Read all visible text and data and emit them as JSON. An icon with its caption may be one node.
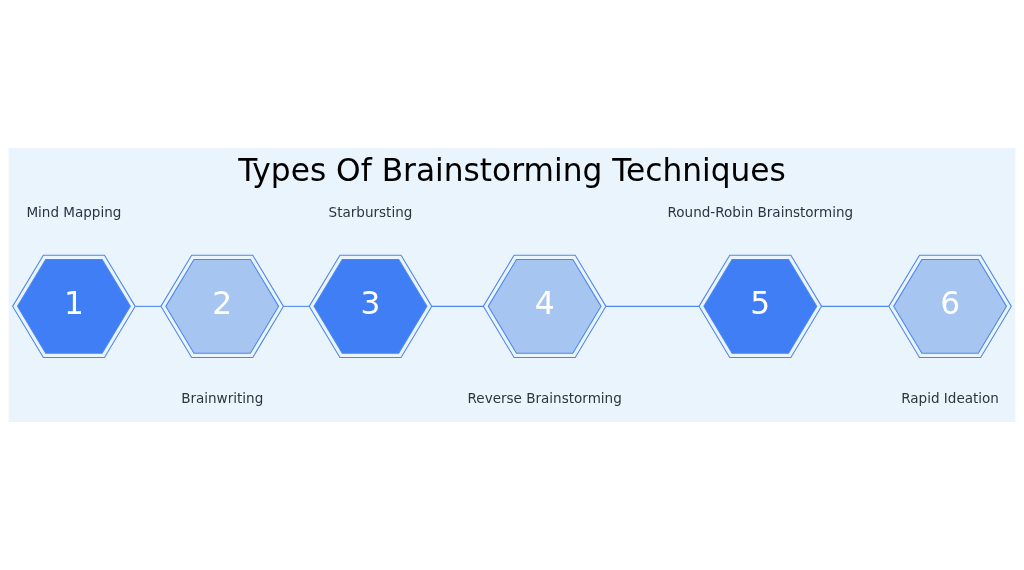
{
  "diagram": {
    "title": "Types Of Brainstorming Techniques",
    "nodes": [
      {
        "text": [
          "1"
        ],
        "beside": [
          "Mind Mapping"
        ]
      },
      {
        "text": [
          "2"
        ],
        "beside": [
          "Brainwriting"
        ]
      },
      {
        "text": [
          "3"
        ],
        "beside": [
          "Starbursting"
        ]
      },
      {
        "text": [
          "4"
        ],
        "beside": [
          "Reverse Brainstorming"
        ]
      },
      {
        "text": [
          "5"
        ],
        "beside": [
          "Round-Robin Brainstorming"
        ]
      },
      {
        "text": [
          "6"
        ],
        "beside": [
          "Rapid Ideation"
        ]
      }
    ],
    "edges": [
      {
        "from": 0,
        "to": 1,
        "arrow": "none"
      },
      {
        "from": 1,
        "to": 2,
        "arrow": "none"
      },
      {
        "from": 2,
        "to": 3,
        "arrow": "none"
      },
      {
        "from": 3,
        "to": 4,
        "arrow": "none"
      },
      {
        "from": 4,
        "to": 5,
        "arrow": "none"
      }
    ]
  }
}
